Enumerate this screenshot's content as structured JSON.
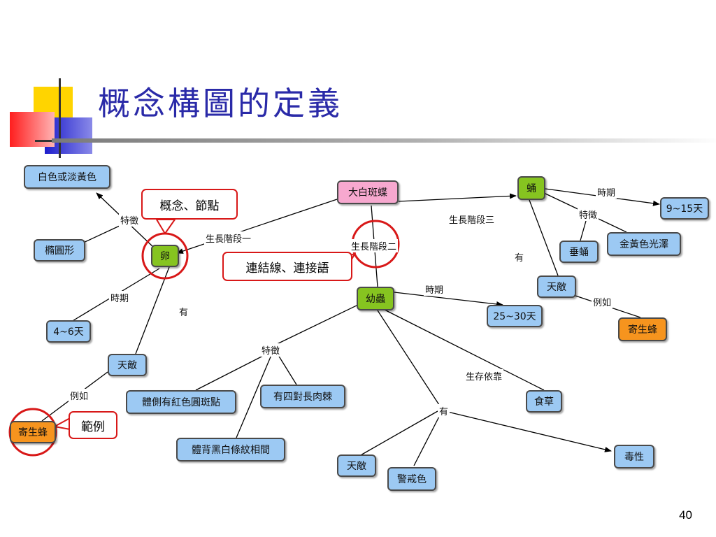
{
  "slide": {
    "title": "概念構圖的定義",
    "page_number": "40"
  },
  "nodes": {
    "white_yellow": "白色或淡黃色",
    "oval": "橢圓形",
    "egg": "卵",
    "days_4_6": "4~6天",
    "enemy1": "天敵",
    "parasite1": "寄生蜂",
    "butterfly": "大白斑蝶",
    "larva": "幼蟲",
    "days_25_30": "25~30天",
    "red_spots": "體側有紅色圓斑點",
    "four_spines": "有四對長肉棘",
    "black_white": "體背黑白條紋相間",
    "grass": "食草",
    "enemy2": "天敵",
    "warning": "警戒色",
    "toxic": "毒性",
    "pupa": "蛹",
    "days_9_15": "9~15天",
    "hanging_pupa": "垂蛹",
    "golden": "金黃色光澤",
    "enemy3": "天敵",
    "parasite3": "寄生蜂"
  },
  "links": {
    "feature_egg": "特徵",
    "stage1": "生長階段一",
    "period_egg": "時期",
    "has_egg": "有",
    "example_egg": "例如",
    "stage2": "生長階段二",
    "period_larva": "時期",
    "feature_larva": "特徵",
    "depend": "生存依靠",
    "has_larva": "有",
    "stage3": "生長階段三",
    "period_pupa": "時期",
    "feature_pupa": "特徵",
    "has_pupa": "有",
    "example_pupa": "例如"
  },
  "callouts": {
    "concept_node": "概念、節點",
    "link_words": "連結線、連接語",
    "example": "範例"
  },
  "colors": {
    "title": "#2a2aa8",
    "concept_node": "#9cc9f3",
    "root_node": "#f7a8cf",
    "stage_node": "#86c420",
    "example_node": "#f6941e",
    "callout_border": "#d81818"
  }
}
